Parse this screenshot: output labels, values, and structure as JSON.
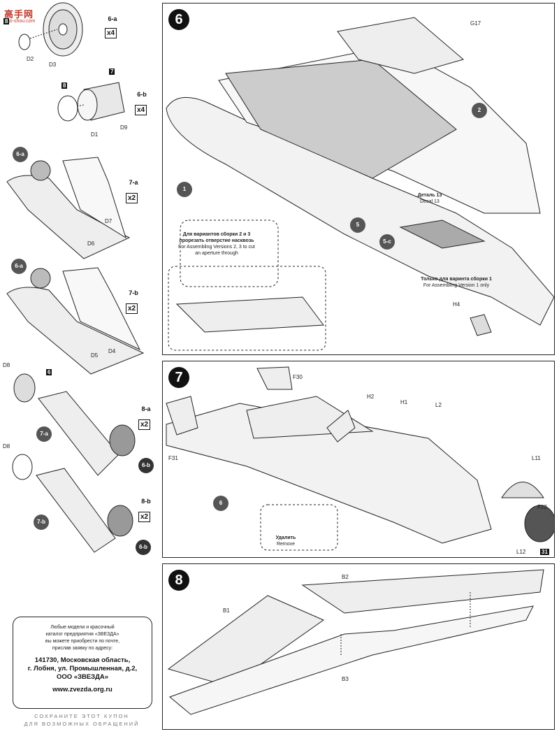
{
  "watermark": {
    "chars": "高手网",
    "url": "gao-shou.com"
  },
  "left_column": {
    "step_6a": {
      "tag": "6-a",
      "qty": "x4",
      "parts": [
        "D2",
        "D3"
      ],
      "star_number": "8"
    },
    "step_6b": {
      "tag": "6-b",
      "qty": "x4",
      "parts": [
        "D1",
        "D9"
      ],
      "star_numbers": [
        "8",
        "7"
      ]
    },
    "step_7a": {
      "tag": "7-a",
      "qty": "x2",
      "parts": [
        "D6",
        "D7"
      ],
      "sub": "6-a"
    },
    "step_7b": {
      "tag": "7-b",
      "qty": "x2",
      "parts": [
        "D5",
        "D4"
      ],
      "sub": "6-a"
    },
    "step_8a": {
      "tag": "8-a",
      "qty": "x2",
      "parts": [
        "D8"
      ],
      "star_number": "6",
      "subs": [
        "7-a",
        "6-b"
      ]
    },
    "step_8b": {
      "tag": "8-b",
      "qty": "x2",
      "parts": [
        "D8"
      ],
      "subs": [
        "7-b",
        "6-b"
      ]
    }
  },
  "step6": {
    "number": "6",
    "labels": {
      "g17": "G17",
      "p1": "1",
      "p2": "2",
      "p5": "5",
      "p5c": "5-c",
      "h4": "H4"
    },
    "decal": {
      "ru": "Деталь 13",
      "en": "Decal 13"
    },
    "drill_note": {
      "ru": "Для вариантов сборки 2 и 3 прорезать отверстие насквозь",
      "en": "For Assembling Versions 2, 3 to cut an aperture through"
    },
    "version_note": {
      "ru": "Только для варинта сборки 1",
      "en": "For Assembling Version 1 only"
    }
  },
  "step7": {
    "number": "7",
    "labels": {
      "f30": "F30",
      "f31": "F31",
      "h2": "H2",
      "h1": "H1",
      "l2": "L2",
      "l11": "L11",
      "f22": "F22",
      "l12": "L12",
      "p6": "6",
      "star": "31"
    },
    "remove": {
      "ru": "Удалить",
      "en": "Remove"
    }
  },
  "step8": {
    "number": "8",
    "labels": {
      "b1": "B1",
      "b2": "B2",
      "b3": "B3"
    }
  },
  "coupon": {
    "lines": [
      "Любые модели и красочный",
      "каталог предприятия «ЗВЕЗДА»",
      "вы можете приобрести по почте,",
      "прислав заявку по адресу:"
    ],
    "address": [
      "141730, Московская область,",
      "г. Лобня, ул. Промышленная, д.2,",
      "ООО «ЗВЕЗДА»"
    ],
    "website": "www.zvezda.org.ru"
  },
  "footer": {
    "line1": "СОХРАНИТЕ ЭТОТ КУПОН",
    "line2": "ДЛЯ ВОЗМОЖНЫХ ОБРАЩЕНИЙ"
  }
}
